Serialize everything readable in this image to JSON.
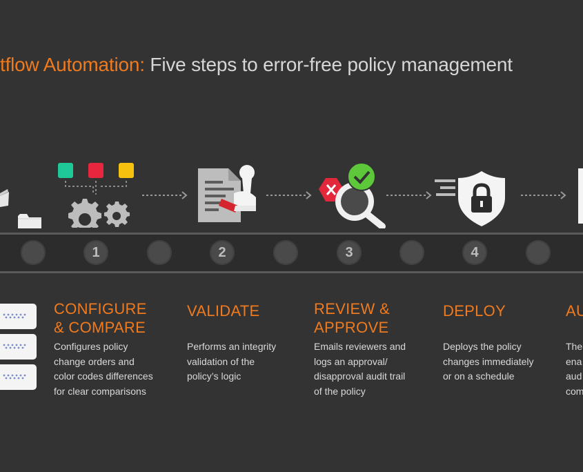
{
  "header": {
    "title_accent": "tflow Automation:",
    "title_rest": "Five steps to error-free policy management"
  },
  "steps": [
    {
      "number": "1",
      "title_line1": "CONFIGURE",
      "title_line2": "& COMPARE",
      "description": "Configures policy\nchange orders and\ncolor codes differences\nfor clear comparisons"
    },
    {
      "number": "2",
      "title_line1": "VALIDATE",
      "title_line2": "",
      "description": "Performs an integrity\nvalidation of the\npolicy’s logic"
    },
    {
      "number": "3",
      "title_line1": "REVIEW &",
      "title_line2": "APPROVE",
      "description": "Emails reviewers and\nlogs an approval/\ndisapproval audit trail\nof the policy"
    },
    {
      "number": "4",
      "title_line1": "DEPLOY",
      "title_line2": "",
      "description": "Deploys the policy\nchanges immediately\nor on a schedule"
    },
    {
      "number": "",
      "title_line1": "AU",
      "title_line2": "",
      "description": "The\nena\naud\ncom"
    }
  ],
  "colors": {
    "background": "#333333",
    "accent": "#f07a1e",
    "title_text": "#d6d6d6",
    "square_green": "#1ec997",
    "square_red": "#e8273e",
    "square_yellow": "#f7c10f",
    "check_green": "#5cc83a",
    "x_red": "#e3283c"
  },
  "icons": {
    "step0": "folders-icon",
    "step1": "gears-color-squares-icon",
    "step2": "document-stamp-icon",
    "step3": "magnifier-check-x-icon",
    "step4": "shield-lock-icon"
  }
}
